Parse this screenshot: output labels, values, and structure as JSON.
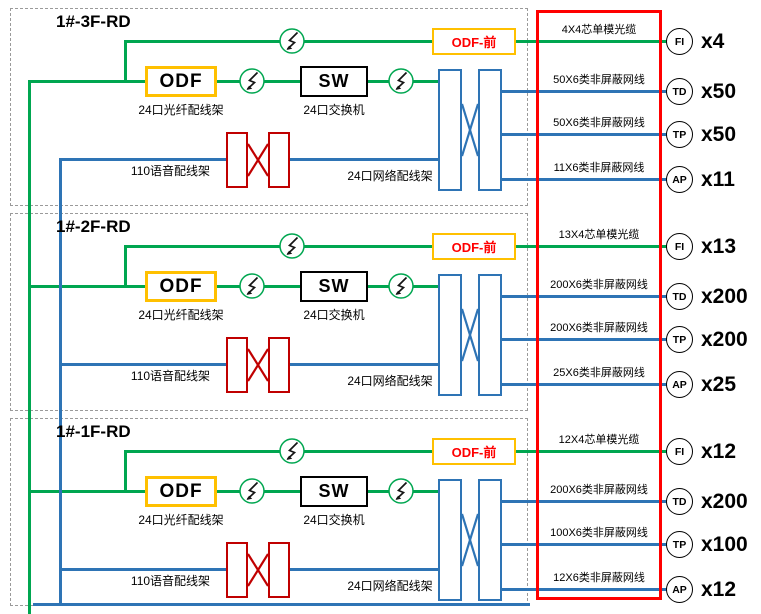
{
  "colors": {
    "green": "#00A650",
    "blue": "#2E74B5",
    "red": "#C00000",
    "yellow": "#FFC000",
    "frame": "#FF0000"
  },
  "icons": {
    "lightning": "lightning-circle-icon",
    "cross": "cross-connect-icon"
  },
  "floors": [
    {
      "title": "1#-3F-RD",
      "odf_front_label": "ODF-前",
      "odf_label": "ODF",
      "sw_label": "SW",
      "odf_caption": "24口光纤配线架",
      "sw_caption": "24口交换机",
      "voice_caption": "110语音配线架",
      "net_caption": "24口网络配线架",
      "rows": [
        {
          "cable": "4X4芯单模光缆",
          "node": "FI",
          "count": "x4"
        },
        {
          "cable": "50X6类非屏蔽网线",
          "node": "TD",
          "count": "x50"
        },
        {
          "cable": "50X6类非屏蔽网线",
          "node": "TP",
          "count": "x50"
        },
        {
          "cable": "11X6类非屏蔽网线",
          "node": "AP",
          "count": "x11"
        }
      ]
    },
    {
      "title": "1#-2F-RD",
      "odf_front_label": "ODF-前",
      "odf_label": "ODF",
      "sw_label": "SW",
      "odf_caption": "24口光纤配线架",
      "sw_caption": "24口交换机",
      "voice_caption": "110语音配线架",
      "net_caption": "24口网络配线架",
      "rows": [
        {
          "cable": "13X4芯单模光缆",
          "node": "FI",
          "count": "x13"
        },
        {
          "cable": "200X6类非屏蔽网线",
          "node": "TD",
          "count": "x200"
        },
        {
          "cable": "200X6类非屏蔽网线",
          "node": "TP",
          "count": "x200"
        },
        {
          "cable": "25X6类非屏蔽网线",
          "node": "AP",
          "count": "x25"
        }
      ]
    },
    {
      "title": "1#-1F-RD",
      "odf_front_label": "ODF-前",
      "odf_label": "ODF",
      "sw_label": "SW",
      "odf_caption": "24口光纤配线架",
      "sw_caption": "24口交换机",
      "voice_caption": "110语音配线架",
      "net_caption": "24口网络配线架",
      "rows": [
        {
          "cable": "12X4芯单模光缆",
          "node": "FI",
          "count": "x12"
        },
        {
          "cable": "200X6类非屏蔽网线",
          "node": "TD",
          "count": "x200"
        },
        {
          "cable": "100X6类非屏蔽网线",
          "node": "TP",
          "count": "x100"
        },
        {
          "cable": "12X6类非屏蔽网线",
          "node": "AP",
          "count": "x12"
        }
      ]
    }
  ]
}
